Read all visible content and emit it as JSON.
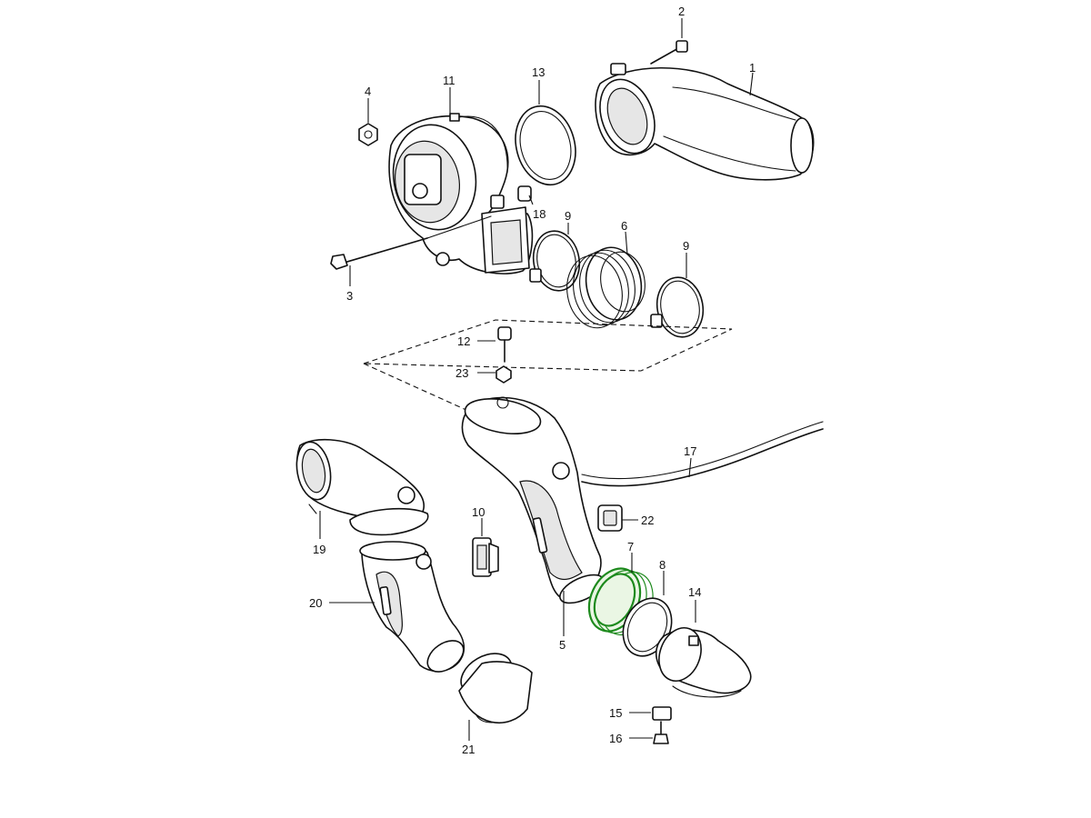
{
  "callouts": {
    "c1": "1",
    "c2": "2",
    "c3": "3",
    "c4": "4",
    "c5": "5",
    "c6": "6",
    "c7": "7",
    "c8": "8",
    "c9a": "9",
    "c9b": "9",
    "c10": "10",
    "c11": "11",
    "c12": "12",
    "c13": "13",
    "c14": "14",
    "c15": "15",
    "c16": "16",
    "c17": "17",
    "c18": "18",
    "c19": "19",
    "c20": "20",
    "c21": "21",
    "c22": "22",
    "c23": "23"
  },
  "colors": {
    "line": "#111111",
    "highlight": "#1d8a1d",
    "background": "#ffffff"
  },
  "highlighted_part": "7"
}
